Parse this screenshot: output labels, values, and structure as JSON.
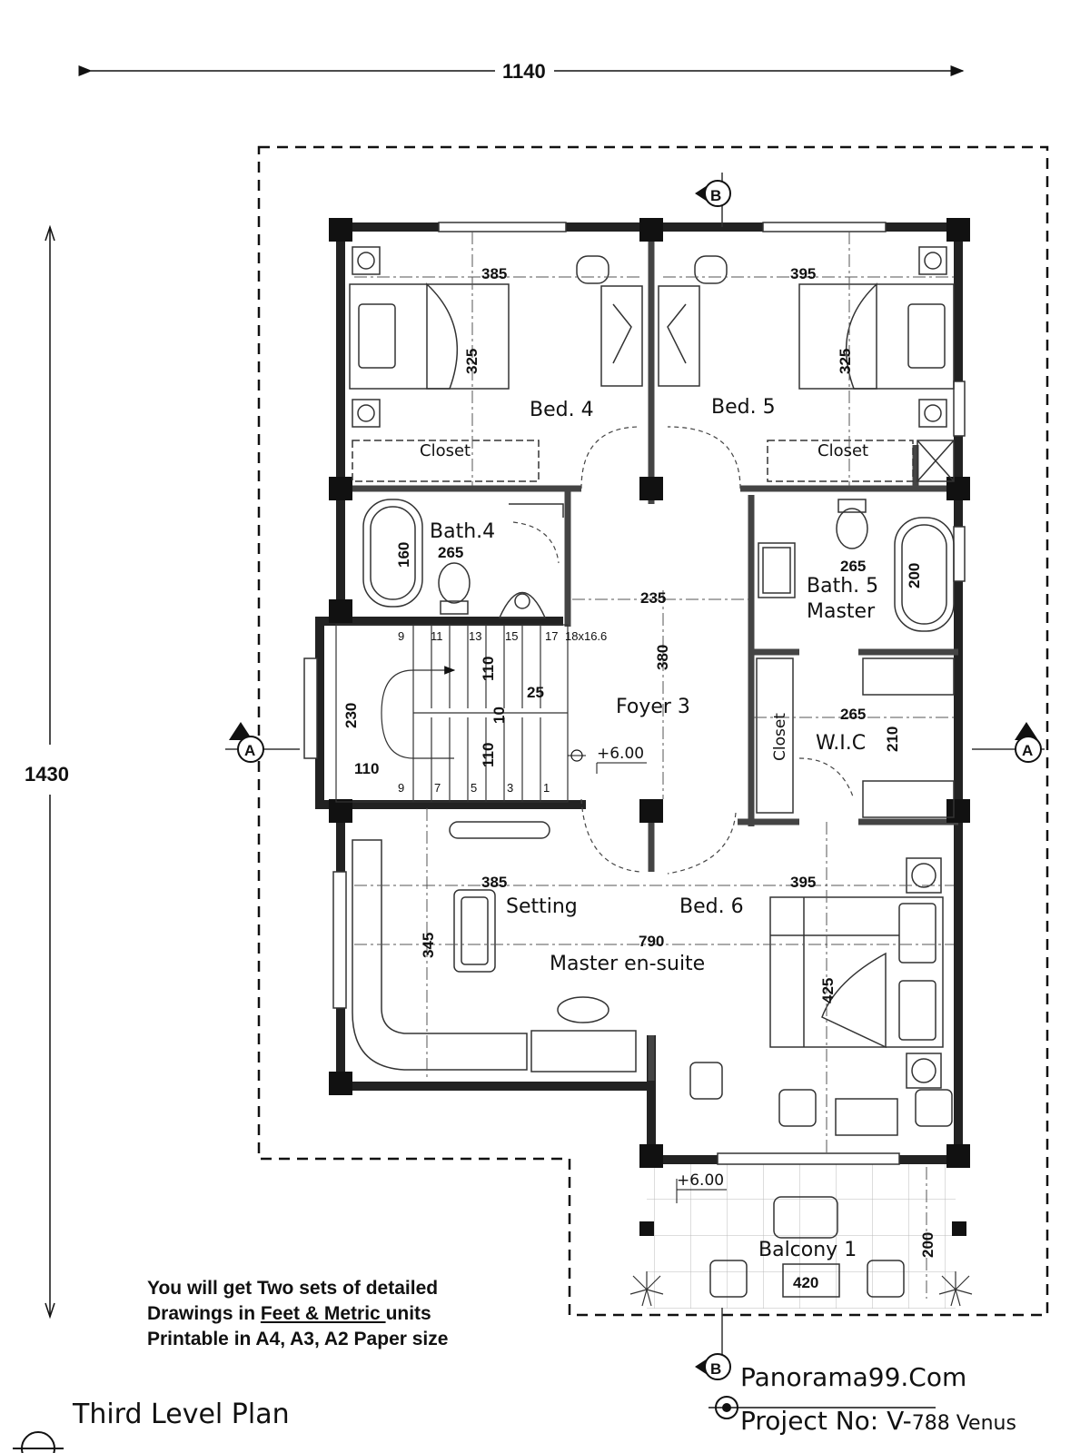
{
  "plan": {
    "title": "Third Level Plan",
    "brand": "Panorama99.Com",
    "project_label": "Project No: V-",
    "project_number": "788 Venus"
  },
  "note": {
    "line1": "You will get Two sets of detailed",
    "line2_prefix": "Drawings in ",
    "line2_underline": "Feet & Metric ",
    "line2_suffix": "units",
    "line3": "Printable in A4, A3, A2 Paper size"
  },
  "rooms": {
    "bed4": "Bed. 4",
    "bed5": "Bed. 5",
    "closet_left": "Closet",
    "closet_right": "Closet",
    "closet_wic": "Closet",
    "bath4": "Bath.4",
    "bath5": "Bath. 5",
    "bath5_sub": "Master",
    "foyer": "Foyer 3",
    "wic": "W.I.C",
    "setting": "Setting",
    "bed6": "Bed. 6",
    "master_suite": "Master en-suite",
    "balcony": "Balcony 1"
  },
  "dimensions": {
    "overall_width": "1140",
    "overall_height": "1430",
    "bed4_w": "385",
    "bed5_w": "395",
    "bed4_h": "325",
    "bed5_h": "325",
    "bath4_w": "265",
    "bath4_h": "160",
    "bath5_w": "265",
    "bath5_h": "200",
    "foyer_w": "235",
    "foyer_h": "380",
    "wic_w": "265",
    "wic_h": "210",
    "stair_w": "230",
    "stair_run": "110",
    "stair_flight1": "110",
    "stair_flight2": "110",
    "stair_landing": "10",
    "stair_step": "25",
    "setting_w": "385",
    "bed6_w": "395",
    "suite_total": "790",
    "setting_h": "345",
    "bed6_h": "425",
    "balcony_w": "420",
    "balcony_h": "200"
  },
  "stairs": {
    "top_numbers": [
      "9",
      "11",
      "13",
      "15",
      "17"
    ],
    "bottom_numbers": [
      "9",
      "7",
      "5",
      "3",
      "1"
    ],
    "riser_note": "18x16.6"
  },
  "levels": {
    "foyer": "+6.00",
    "balcony": "+6.00"
  },
  "sections": {
    "a_left": "A",
    "a_right": "A",
    "b_top": "B",
    "b_bottom": "B"
  }
}
